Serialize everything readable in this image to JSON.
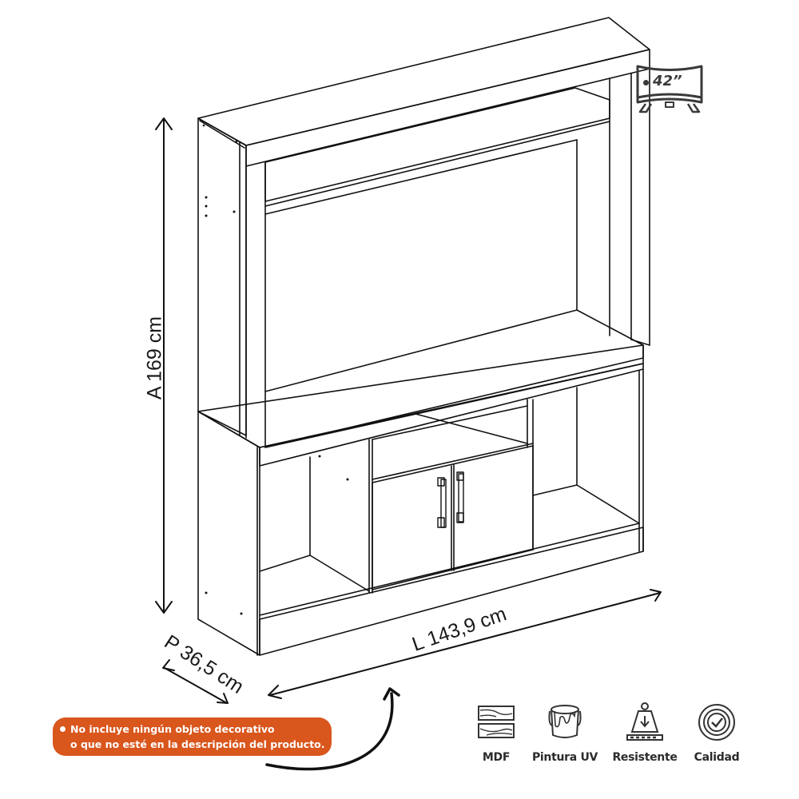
{
  "diagram": {
    "subject": "TV rack / entertainment center line drawing",
    "line_color": "#111111",
    "background": "#ffffff"
  },
  "dimensions": {
    "height": {
      "label": "A 169 cm",
      "value": 169,
      "unit": "cm"
    },
    "width": {
      "label": "L 143,9 cm",
      "value": 143.9,
      "unit": "cm"
    },
    "depth": {
      "label": "P 36,5 cm",
      "value": 36.5,
      "unit": "cm"
    }
  },
  "tv_badge": {
    "icon": "curved-tv-icon",
    "size_label": "42”"
  },
  "notice": {
    "background": "#d9561d",
    "line1": "No incluye ningún objeto decorativo",
    "line2": "o que no esté en la descripción del producto."
  },
  "features": [
    {
      "icon": "mdf-wood-planks-icon",
      "label": "MDF"
    },
    {
      "icon": "paint-bucket-icon",
      "label": "Pintura UV"
    },
    {
      "icon": "weight-load-icon",
      "label": "Resistente"
    },
    {
      "icon": "quality-seal-icon",
      "label": "Calidad"
    }
  ]
}
